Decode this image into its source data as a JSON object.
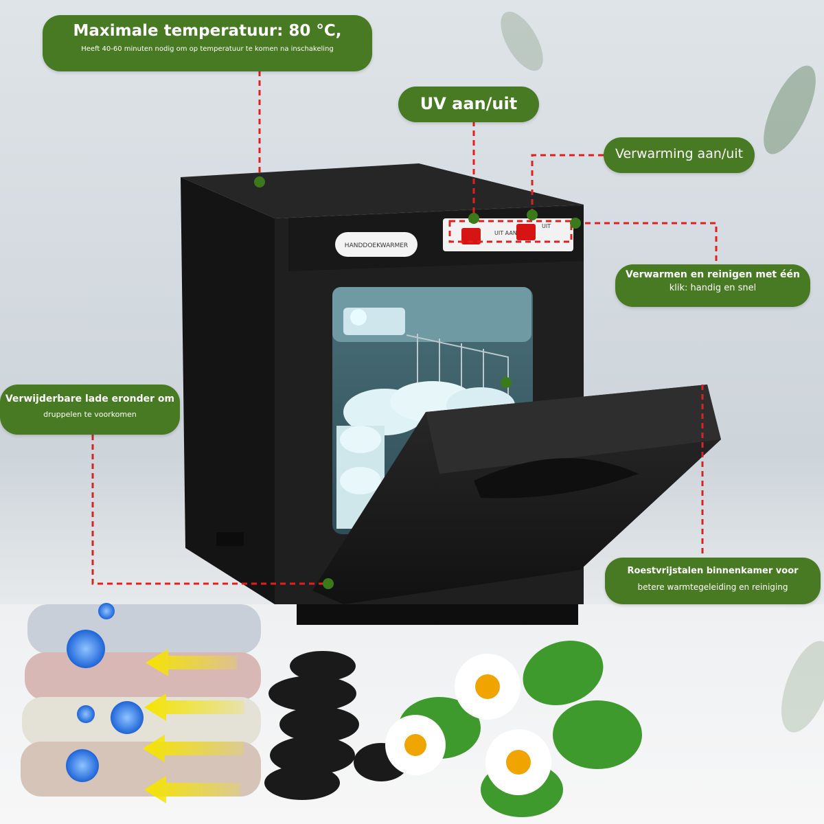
{
  "product": {
    "front_plate": "HANDDOEKWARMER",
    "switch_uv_text": "UIT AAN",
    "switch_heat_text": "UIT"
  },
  "callouts": {
    "max_temp": {
      "title": "Maximale temperatuur: 80 °C,",
      "subtitle": "Heeft 40-60 minuten nodig om op temperatuur te komen na inschakeling"
    },
    "uv": {
      "title": "UV aan/uit"
    },
    "heating": {
      "title": "Verwarming aan/uit"
    },
    "one_click": {
      "line1": "Verwarmen en reinigen met één",
      "line2": "klik: handig en snel"
    },
    "drawer": {
      "line1": "Verwijderbare lade eronder om",
      "line2": "druppelen te voorkomen"
    },
    "chamber": {
      "line1": "Roestvrijstalen binnenkamer voor",
      "line2": "betere warmtegeleiding en reiniging"
    }
  },
  "colors": {
    "label_green": "#477a22",
    "leader_red": "#e02020",
    "dot_green": "#3b7a1a",
    "cabinet": "#1c1c1c"
  },
  "icons": [
    "virus-icon",
    "arrow-icon",
    "daisy-flower",
    "spa-stone",
    "leaf"
  ]
}
